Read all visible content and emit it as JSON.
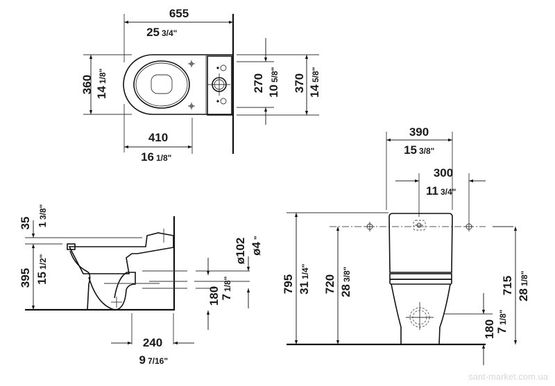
{
  "drawing": {
    "title": "Close-coupled toilet dimensional drawing",
    "top_view": {
      "overall_length": {
        "mm": "655",
        "inch": "25",
        "inch_frac": "3/4\""
      },
      "bowl_width": {
        "mm": "360",
        "inch": "14",
        "inch_frac": "1/8\""
      },
      "fixing_to_front": {
        "mm": "410",
        "inch": "16",
        "inch_frac": "1/8\""
      },
      "tank_inner_width": {
        "mm": "270",
        "inch": "10",
        "inch_frac": "5/8\""
      },
      "tank_outer_width": {
        "mm": "370",
        "inch": "14",
        "inch_frac": "5/8\""
      }
    },
    "side_view": {
      "seat_height_offset": {
        "mm": "35",
        "inch": "1",
        "inch_frac": "3/8\""
      },
      "bowl_height": {
        "mm": "395",
        "inch": "15",
        "inch_frac": "1/2\""
      },
      "outlet_diameter": {
        "mm": "ø102",
        "inch": "ø4",
        "inch_frac": "\""
      },
      "outlet_height": {
        "mm": "180",
        "inch": "7",
        "inch_frac": "1/8\""
      },
      "outlet_to_wall": {
        "mm": "240",
        "inch": "9",
        "inch_frac": "7/16\""
      }
    },
    "front_view": {
      "tank_width": {
        "mm": "390",
        "inch": "15",
        "inch_frac": "3/8\""
      },
      "connection_spacing": {
        "mm": "300",
        "inch": "11",
        "inch_frac": "3/4\""
      },
      "overall_height": {
        "mm": "795",
        "inch": "31",
        "inch_frac": "1/4\""
      },
      "connection_height": {
        "mm": "720",
        "inch": "28",
        "inch_frac": "3/8\""
      },
      "right_connection_height": {
        "mm": "715",
        "inch": "28",
        "inch_frac": "1/8\""
      },
      "outlet_height": {
        "mm": "180",
        "inch": "7",
        "inch_frac": "1/8\""
      }
    }
  },
  "watermark": "sant-market.com.ua"
}
